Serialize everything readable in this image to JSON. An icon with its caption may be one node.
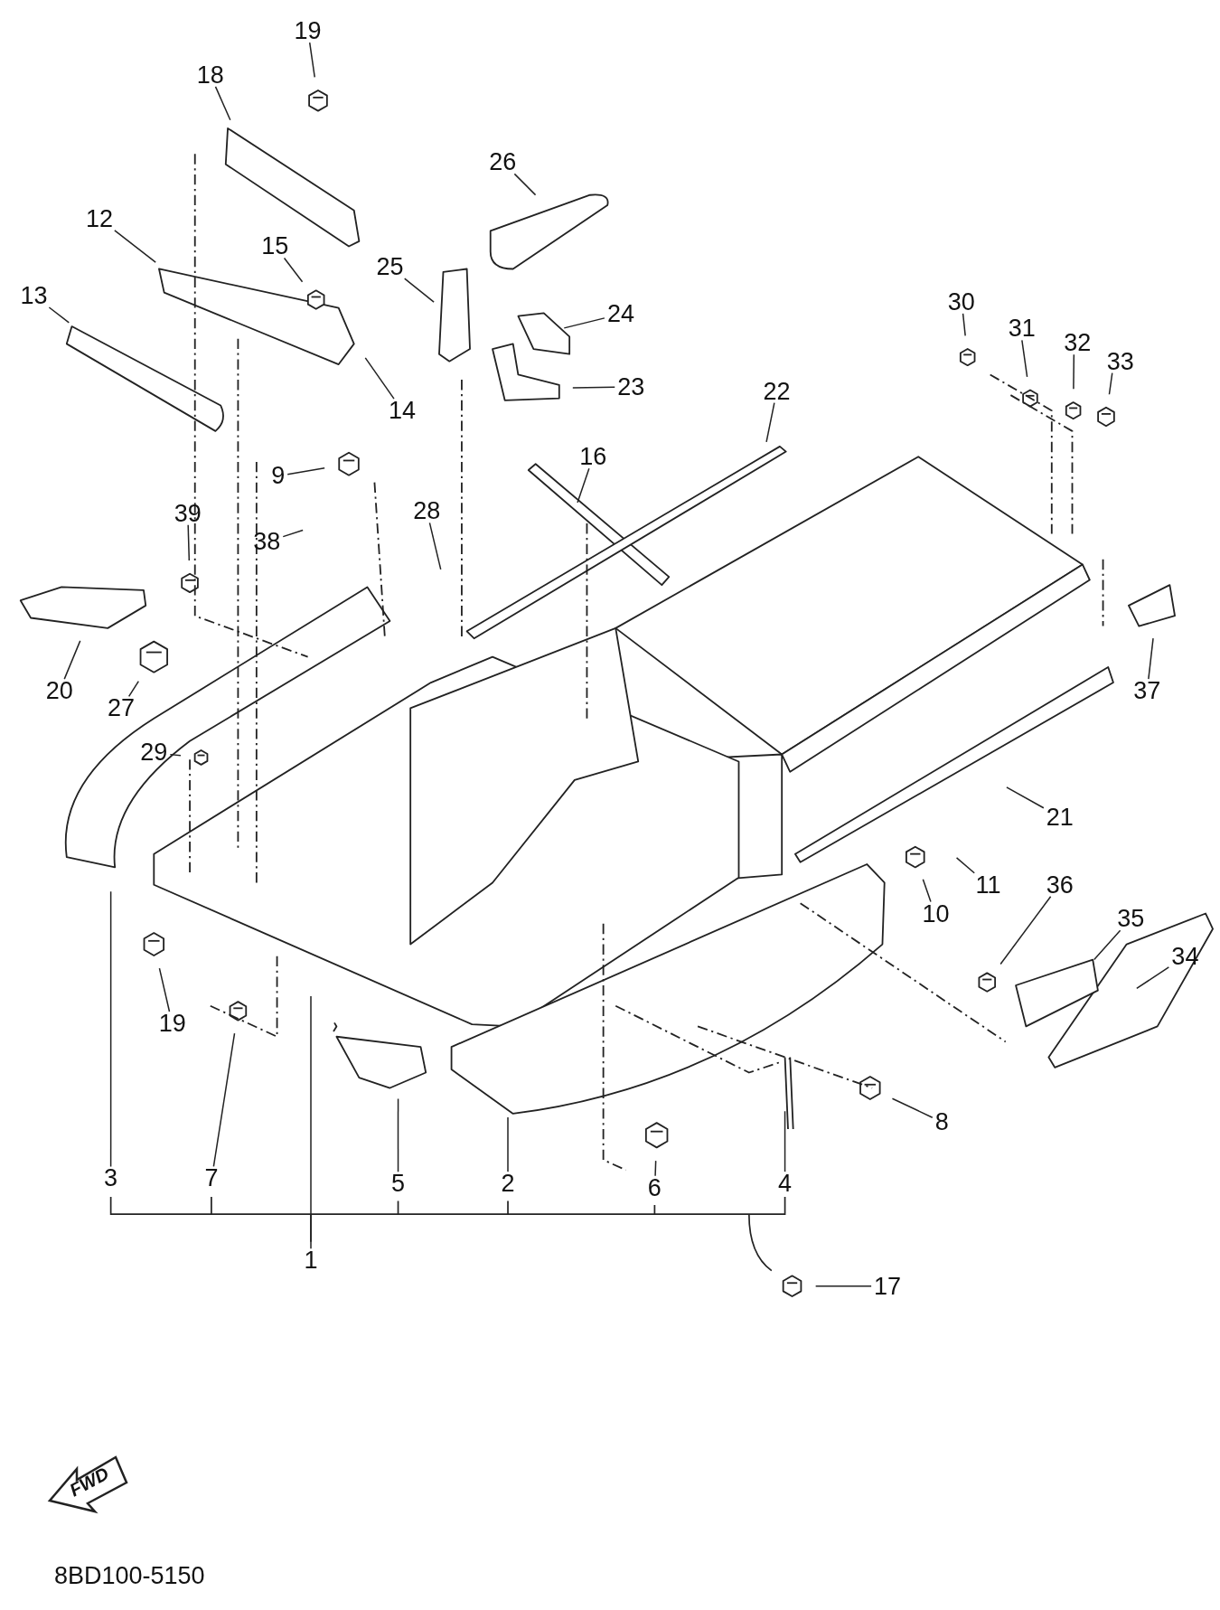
{
  "diagram": {
    "nodes": [
      {
        "text": [
          "19"
        ]
      },
      {
        "text": [
          "18"
        ]
      },
      {
        "text": [
          "26"
        ]
      },
      {
        "text": [
          "12"
        ]
      },
      {
        "text": [
          "15"
        ]
      },
      {
        "text": [
          "25"
        ]
      },
      {
        "text": [
          "13"
        ]
      },
      {
        "text": [
          "24"
        ]
      },
      {
        "text": [
          "14"
        ]
      },
      {
        "text": [
          "23"
        ]
      },
      {
        "text": [
          "30"
        ]
      },
      {
        "text": [
          "31"
        ]
      },
      {
        "text": [
          "32"
        ]
      },
      {
        "text": [
          "33"
        ]
      },
      {
        "text": [
          "22"
        ]
      },
      {
        "text": [
          "16"
        ]
      },
      {
        "text": [
          "9"
        ]
      },
      {
        "text": [
          "28"
        ]
      },
      {
        "text": [
          "39"
        ]
      },
      {
        "text": [
          "38"
        ]
      },
      {
        "text": [
          "20"
        ]
      },
      {
        "text": [
          "27"
        ]
      },
      {
        "text": [
          "29"
        ]
      },
      {
        "text": [
          "37"
        ]
      },
      {
        "text": [
          "21"
        ]
      },
      {
        "text": [
          "11"
        ]
      },
      {
        "text": [
          "10"
        ]
      },
      {
        "text": [
          "36"
        ]
      },
      {
        "text": [
          "35"
        ]
      },
      {
        "text": [
          "34"
        ]
      },
      {
        "text": [
          "19"
        ]
      },
      {
        "text": [
          "8"
        ]
      },
      {
        "text": [
          "3"
        ]
      },
      {
        "text": [
          "7"
        ]
      },
      {
        "text": [
          "5"
        ]
      },
      {
        "text": [
          "2"
        ]
      },
      {
        "text": [
          "6"
        ]
      },
      {
        "text": [
          "4"
        ]
      },
      {
        "text": [
          "1"
        ]
      },
      {
        "text": [
          "17"
        ]
      }
    ],
    "edges": [
      {
        "from": 0,
        "to": null,
        "arrow": "none"
      },
      {
        "from": 1,
        "to": null,
        "arrow": "none"
      },
      {
        "from": 2,
        "to": null,
        "arrow": "none"
      },
      {
        "from": 3,
        "to": null,
        "arrow": "none"
      },
      {
        "from": 4,
        "to": null,
        "arrow": "none"
      },
      {
        "from": 5,
        "to": null,
        "arrow": "none"
      },
      {
        "from": 6,
        "to": null,
        "arrow": "none"
      },
      {
        "from": 7,
        "to": null,
        "arrow": "none"
      },
      {
        "from": 8,
        "to": null,
        "arrow": "none"
      },
      {
        "from": 9,
        "to": null,
        "arrow": "none"
      },
      {
        "from": 10,
        "to": null,
        "arrow": "none"
      },
      {
        "from": 11,
        "to": null,
        "arrow": "none"
      },
      {
        "from": 12,
        "to": null,
        "arrow": "none"
      },
      {
        "from": 13,
        "to": null,
        "arrow": "none"
      },
      {
        "from": 14,
        "to": null,
        "arrow": "none"
      },
      {
        "from": 15,
        "to": null,
        "arrow": "none"
      },
      {
        "from": 16,
        "to": null,
        "arrow": "none"
      },
      {
        "from": 17,
        "to": null,
        "arrow": "none"
      },
      {
        "from": 18,
        "to": null,
        "arrow": "none"
      },
      {
        "from": 19,
        "to": null,
        "arrow": "none"
      },
      {
        "from": 20,
        "to": null,
        "arrow": "none"
      },
      {
        "from": 21,
        "to": null,
        "arrow": "none"
      },
      {
        "from": 22,
        "to": null,
        "arrow": "none"
      },
      {
        "from": 23,
        "to": null,
        "arrow": "none"
      },
      {
        "from": 24,
        "to": null,
        "arrow": "none"
      },
      {
        "from": 25,
        "to": null,
        "arrow": "none"
      },
      {
        "from": 26,
        "to": null,
        "arrow": "none"
      },
      {
        "from": 27,
        "to": null,
        "arrow": "none"
      },
      {
        "from": 28,
        "to": null,
        "arrow": "none"
      },
      {
        "from": 29,
        "to": null,
        "arrow": "none"
      },
      {
        "from": 30,
        "to": null,
        "arrow": "none"
      },
      {
        "from": 31,
        "to": null,
        "arrow": "none"
      },
      {
        "from": 32,
        "to": null,
        "arrow": "none"
      },
      {
        "from": 33,
        "to": null,
        "arrow": "none"
      },
      {
        "from": 34,
        "to": null,
        "arrow": "none"
      },
      {
        "from": 35,
        "to": null,
        "arrow": "none"
      },
      {
        "from": 36,
        "to": null,
        "arrow": "none"
      },
      {
        "from": 37,
        "to": null,
        "arrow": "none"
      },
      {
        "from": 38,
        "to": null,
        "arrow": "none"
      },
      {
        "from": 39,
        "to": null,
        "arrow": "none"
      }
    ],
    "labels": [
      "FWD",
      "8BD100-5150"
    ]
  }
}
